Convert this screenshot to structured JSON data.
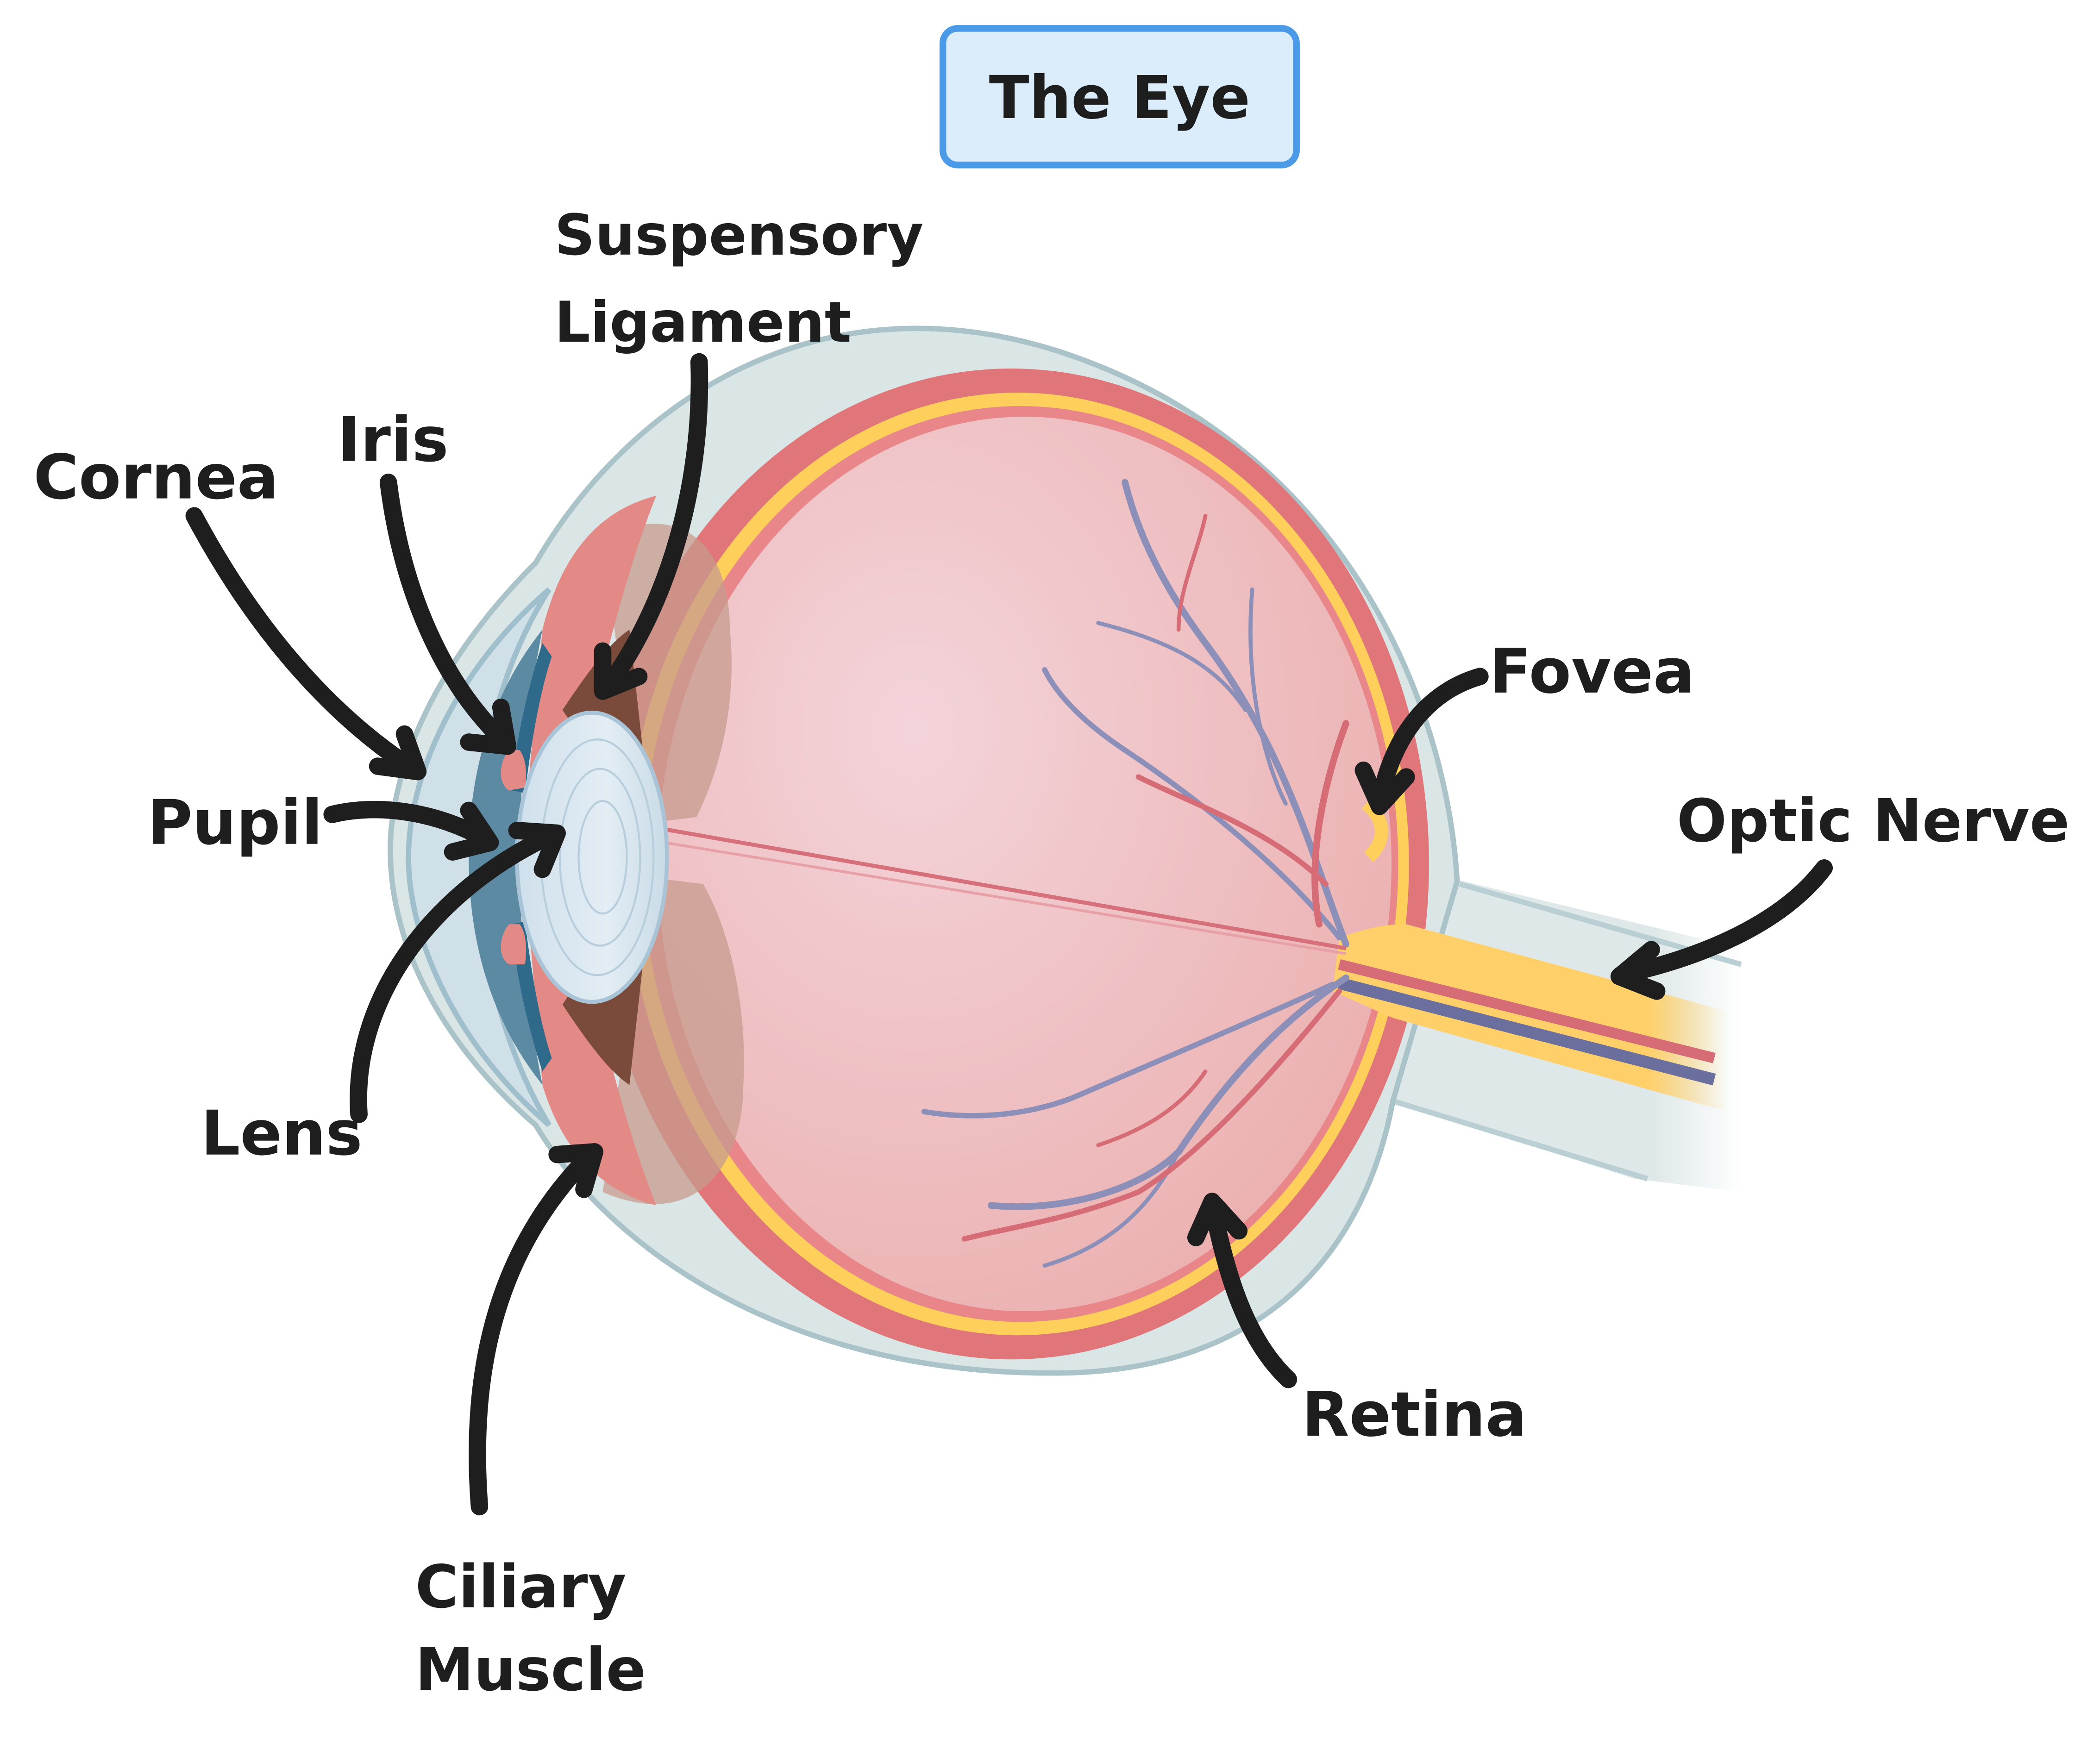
{
  "title": "The Eye",
  "colors": {
    "title_fill": "#dbecfa",
    "title_border": "#4a9ae8",
    "sclera": "#dae5e5",
    "sclera_edge": "#aac3c9",
    "choroid": "#e0767a",
    "retina": "#ffcf5b",
    "vitreous": "#f0b8b8",
    "cornea": "#d6e6ee",
    "iris": "#2f6a8a",
    "lens": "#dfeaf2",
    "ciliary": "#e48a86",
    "vessel_blue": "#8c8fb8",
    "vessel_red": "#d66c76",
    "text": "#1e1e1e"
  },
  "labels": {
    "cornea": "Cornea",
    "iris": "Iris",
    "suspensory_line1": "Suspensory",
    "suspensory_line2": "Ligament",
    "pupil": "Pupil",
    "lens": "Lens",
    "ciliary_line1": "Ciliary",
    "ciliary_line2": "Muscle",
    "fovea": "Fovea",
    "optic_nerve": "Optic Nerve",
    "retina": "Retina"
  }
}
